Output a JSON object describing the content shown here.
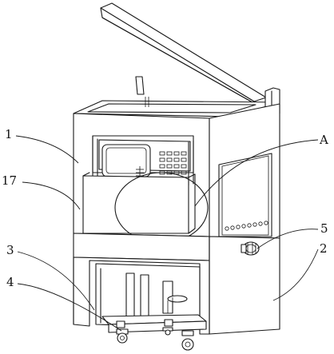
{
  "figure": {
    "labels": {
      "l1": "1",
      "l17": "17",
      "l3": "3",
      "l4": "4",
      "lA": "A",
      "l5": "5",
      "l2": "2"
    }
  }
}
